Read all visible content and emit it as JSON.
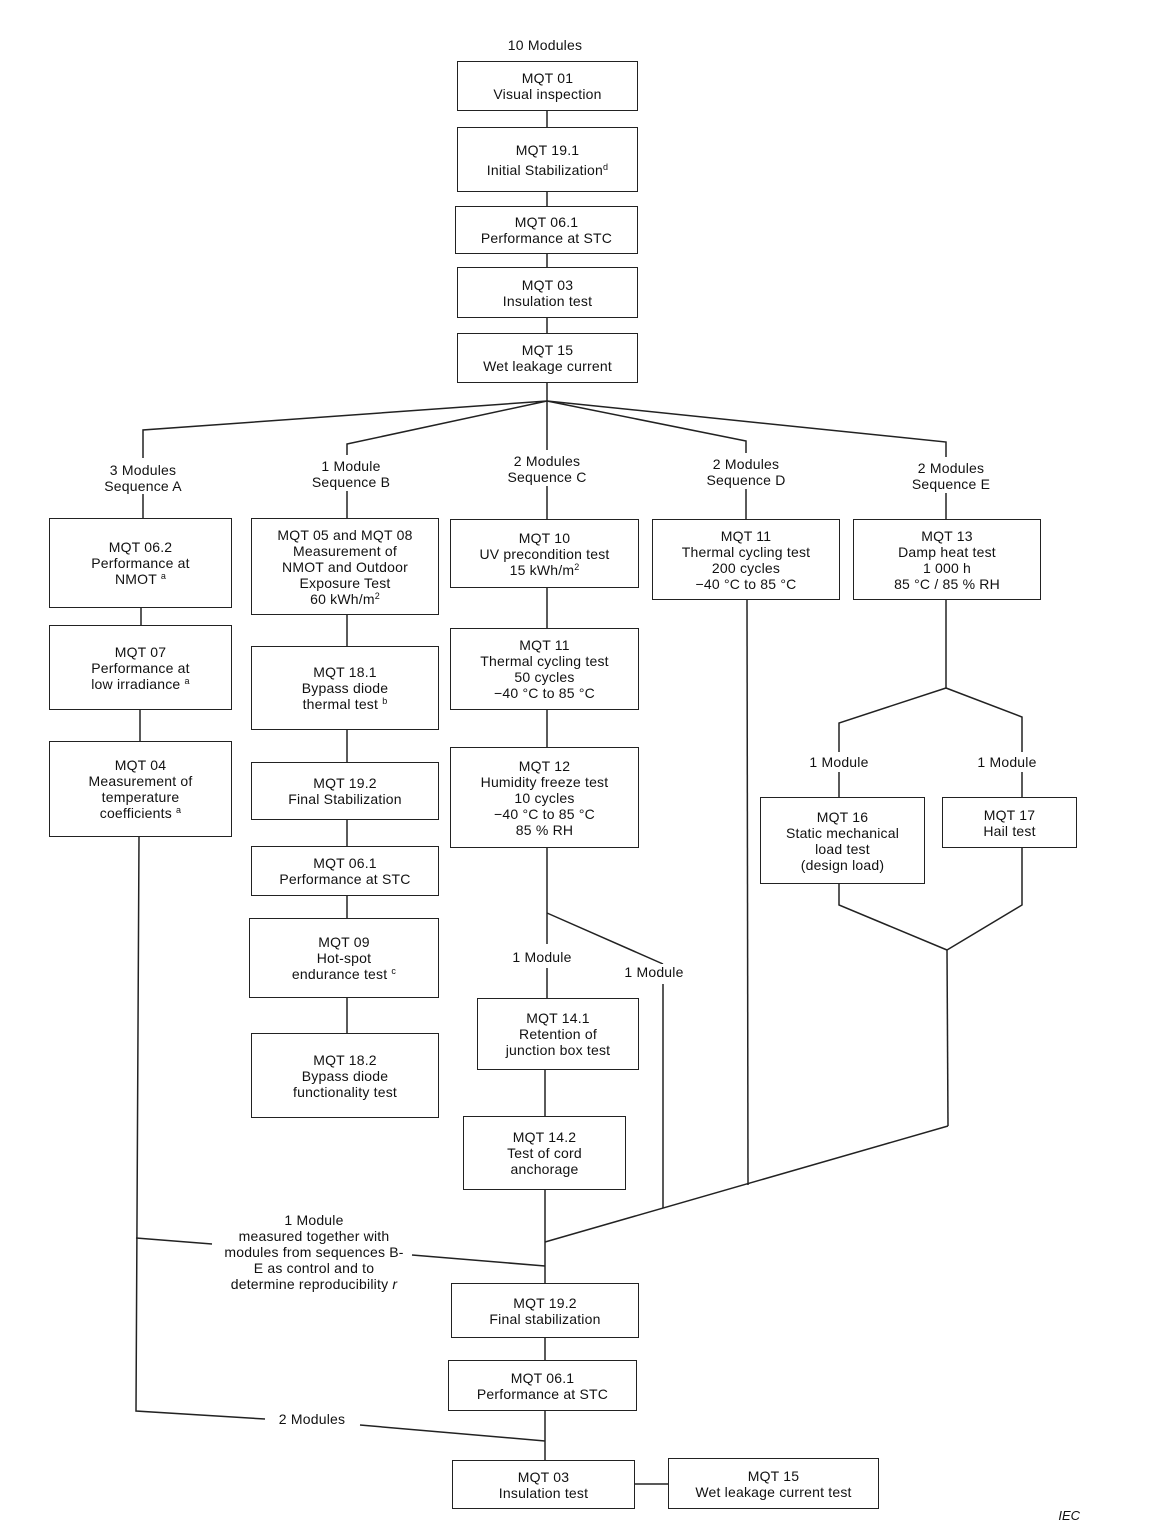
{
  "header": {
    "modules": "10 Modules"
  },
  "main_sequence": [
    {
      "code": "MQT 01",
      "text": "Visual inspection"
    },
    {
      "code": "MQT 19.1",
      "text": "Initial Stabilization",
      "note": "d"
    },
    {
      "code": "MQT 06.1",
      "text": "Performance at STC"
    },
    {
      "code": "MQT 03",
      "text": "Insulation test"
    },
    {
      "code": "MQT 15",
      "text": "Wet leakage current"
    }
  ],
  "branches": [
    {
      "modules": "3 Modules",
      "sequence": "Sequence A"
    },
    {
      "modules": "1 Module",
      "sequence": "Sequence B"
    },
    {
      "modules": "2 Modules",
      "sequence": "Sequence C"
    },
    {
      "modules": "2 Modules",
      "sequence": "Sequence D"
    },
    {
      "modules": "2 Modules",
      "sequence": "Sequence E"
    }
  ],
  "sequence_a": [
    {
      "code": "MQT 06.2",
      "line1": "Performance at",
      "line2": "NMOT",
      "note": "a"
    },
    {
      "code": "MQT 07",
      "line1": "Performance at",
      "line2": "low irradiance",
      "note": "a"
    },
    {
      "code": "MQT 04",
      "line1": "Measurement of",
      "line2": "temperature",
      "line3": "coefficients",
      "note": "a"
    }
  ],
  "sequence_b": [
    {
      "code": "MQT 05 and MQT 08",
      "line1": "Measurement of",
      "line2": "NMOT and Outdoor",
      "line3": "Exposure Test",
      "line4": "60 kWh/m",
      "sup": "2"
    },
    {
      "code": "MQT 18.1",
      "line1": "Bypass diode",
      "line2": "thermal test",
      "note": "b"
    },
    {
      "code": "MQT 19.2",
      "line1": "Final Stabilization"
    },
    {
      "code": "MQT 06.1",
      "line1": "Performance at STC"
    },
    {
      "code": "MQT 09",
      "line1": "Hot-spot",
      "line2": "endurance test",
      "note": "c"
    },
    {
      "code": "MQT 18.2",
      "line1": "Bypass diode",
      "line2": "functionality test"
    }
  ],
  "sequence_c": [
    {
      "code": "MQT 10",
      "line1": "UV precondition test",
      "line2": "15 kWh/m",
      "sup": "2"
    },
    {
      "code": "MQT 11",
      "line1": "Thermal cycling test",
      "line2": "50 cycles",
      "line3": "−40 °C to 85 °C"
    },
    {
      "code": "MQT 12",
      "line1": "Humidity freeze test",
      "line2": "10 cycles",
      "line3": "−40 °C to 85 °C",
      "line4": "85 % RH"
    },
    {
      "code": "MQT 14.1",
      "line1": "Retention of",
      "line2": "junction box test"
    },
    {
      "code": "MQT 14.2",
      "line1": "Test of cord",
      "line2": "anchorage"
    }
  ],
  "sequence_c_split": {
    "left": "1 Module",
    "right": "1 Module"
  },
  "sequence_d": [
    {
      "code": "MQT 11",
      "line1": "Thermal cycling test",
      "line2": "200 cycles",
      "line3": "−40 °C to 85 °C"
    }
  ],
  "sequence_e": [
    {
      "code": "MQT 13",
      "line1": "Damp heat test",
      "line2": "1 000 h",
      "line3": "85 °C / 85 % RH"
    },
    {
      "code": "MQT 16",
      "line1": "Static mechanical",
      "line2": "load test",
      "line3": "(design load)"
    },
    {
      "code": "MQT 17",
      "line1": "Hail test"
    }
  ],
  "sequence_e_split": {
    "left": "1 Module",
    "right": "1 Module"
  },
  "control_note": {
    "line1": "1 Module",
    "line2": "measured together with",
    "line3": "modules from sequences B-",
    "line4": "E as control and to",
    "line5": "determine reproducibility",
    "symbol": "r"
  },
  "final_sequence": [
    {
      "code": "MQT 19.2",
      "text": "Final stabilization"
    },
    {
      "code": "MQT 06.1",
      "text": "Performance at STC"
    },
    {
      "code": "MQT 03",
      "text": "Insulation test"
    },
    {
      "code": "MQT 15",
      "text": "Wet leakage current test"
    }
  ],
  "two_modules_label": "2 Modules",
  "footer": {
    "source": "IEC"
  }
}
